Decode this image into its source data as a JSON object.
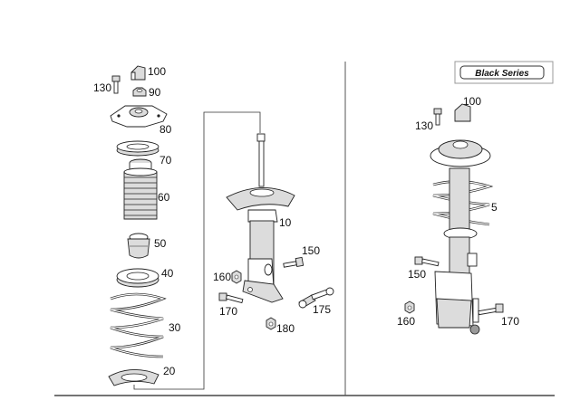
{
  "badge": {
    "label": "Black Series"
  },
  "labels": {
    "left": {
      "p100": "100",
      "p130": "130",
      "p90": "90",
      "p80": "80",
      "p70": "70",
      "p60": "60",
      "p50": "50",
      "p40": "40",
      "p30": "30",
      "p20": "20"
    },
    "middle": {
      "p10": "10",
      "p150": "150",
      "p160": "160",
      "p170": "170",
      "p175": "175",
      "p180": "180"
    },
    "right": {
      "p100": "100",
      "p130": "130",
      "p5": "5",
      "p150": "150",
      "p160": "160",
      "p170": "170"
    }
  }
}
